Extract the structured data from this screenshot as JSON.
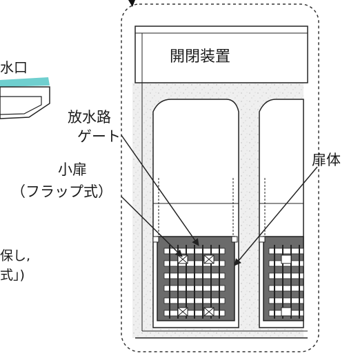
{
  "labels": {
    "left_top": "水口",
    "equipment": "開閉装置",
    "outlet_line1": "放水路",
    "outlet_line2": "ゲート",
    "small_door_line1": "小扉",
    "small_door_line2": "（フラップ式）",
    "door_body": "扉体",
    "left_note_line1": "保し,",
    "left_note_line2": "式」)"
  },
  "colors": {
    "accent_cyan": "#6fcfcf",
    "concrete": "#eeeeee",
    "gate": "#6b6b6b",
    "line": "#222222",
    "dashed_border": "#333333"
  }
}
